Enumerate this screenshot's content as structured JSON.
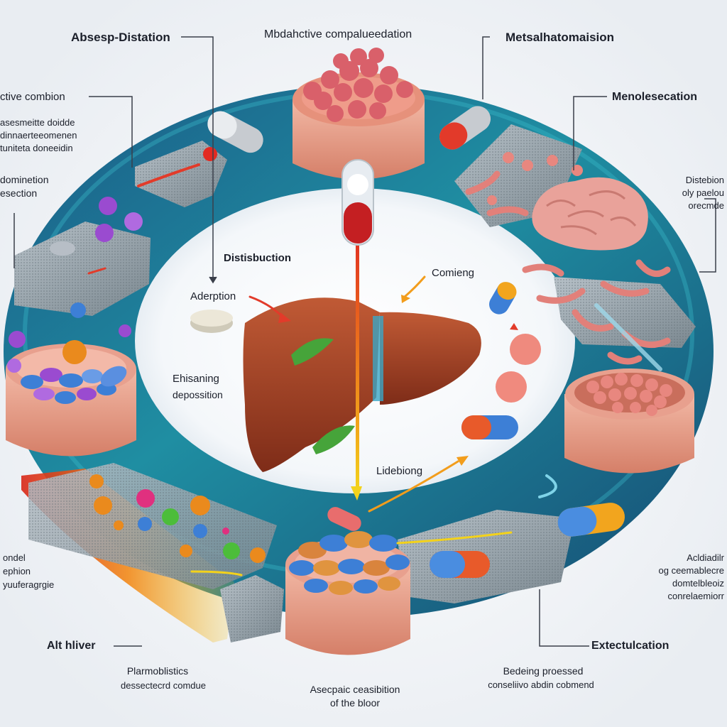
{
  "labels": {
    "top_left_title": "Absesp-Distation",
    "top_center_title": "Mbdahctive compalueedation",
    "top_right_title": "Metsalhatomaision",
    "active_combion": "ctive combion",
    "left_desc": [
      "asesmeitte doidde",
      "dinnaerteeomenen",
      "tuniteta doneeidin"
    ],
    "left_mid": [
      "dominetion",
      "esection"
    ],
    "right_top": "Menolesecation",
    "right_desc": [
      "Distebion",
      "oly paelou",
      "orecmde"
    ],
    "inner_distribution": "Distisbuction",
    "inner_adsorption": "Aderption",
    "inner_combining": "Comieng",
    "inner_ehisaning": "Ehisaning",
    "inner_deposition": "depossition",
    "inner_lidebiong": "Lidebiong",
    "left_low": [
      "ondel",
      "ephion",
      "yuuferagrgie"
    ],
    "right_low": [
      "Acldiadilr",
      "og ceemablecre",
      "domtelbleoiz",
      "conrelaemiorr"
    ],
    "alt_hliver": "Alt hliver",
    "extectulcation": "Extectulcation",
    "bottom_left": [
      "Plarmoblistics",
      "dessectecrd comdue"
    ],
    "bottom_center": [
      "Asecpaic ceasibition",
      "of the bloor"
    ],
    "bottom_right": [
      "Bedeing proessed",
      "conseliivo abdin cobmend"
    ]
  },
  "colors": {
    "ring_outer": "#17507a",
    "ring_mid": "#1d8aa0",
    "ring_inner": "#2fb1bf",
    "liver": "#9b3a22",
    "liver_light": "#c05a35",
    "tissue": "#e6917b",
    "arrow_red": "#e23b2a",
    "arrow_orange": "#f29d1c",
    "arrow_yellow": "#f2d21b",
    "capsule_blue": "#3d7fd6",
    "capsule_red": "#e23a2a",
    "purple": "#9a4bd0",
    "orange_bead": "#ea8a1d",
    "green_bead": "#4cbd3a",
    "brain": "#e9a29a",
    "tissue_blocks": "#e8a08e",
    "mesh": "#9aa6ae"
  }
}
